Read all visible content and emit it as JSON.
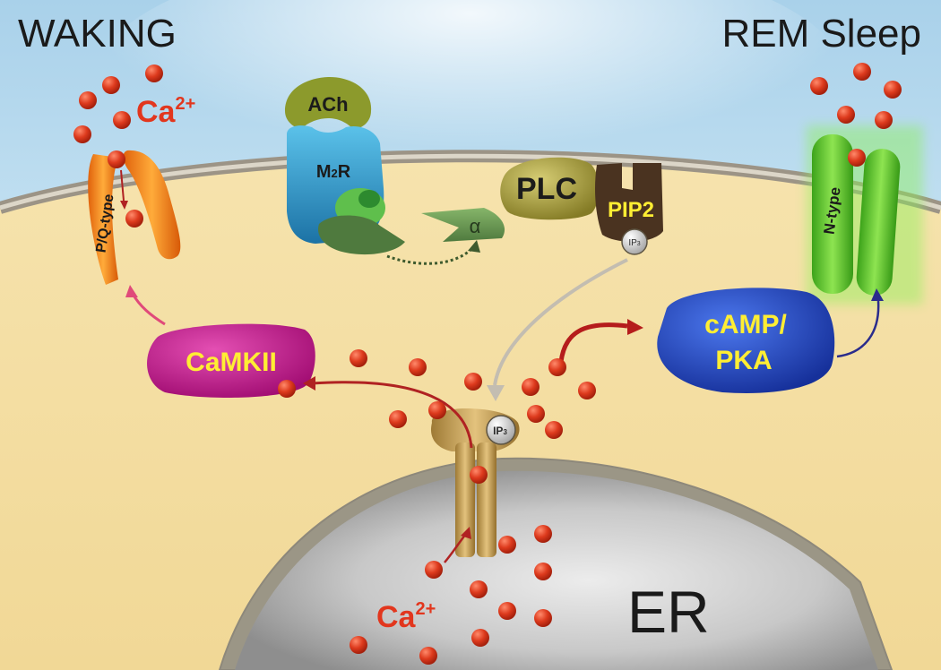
{
  "headings": {
    "left": "WAKING",
    "right": "REM Sleep"
  },
  "compartments": {
    "er": "ER"
  },
  "calcium": {
    "symbol": "Ca",
    "superscript": "2+"
  },
  "receptors": {
    "acetylcholine": "ACh",
    "m2r_main": "M",
    "m2r_sub": "2",
    "m2r_end": "R"
  },
  "enzymes": {
    "plc": "PLC",
    "pip2": "PIP2",
    "camkii": "CaMKII",
    "camp_line1": "cAMP/",
    "camp_line2": "PKA",
    "g_alpha": "α"
  },
  "messengers": {
    "ip3_main": "IP",
    "ip3_sub": "3"
  },
  "channels": {
    "pq": "P/Q-type",
    "n": "N-type"
  },
  "colors": {
    "sky_top": "#bcdcef",
    "cytoplasm": "#f4e0a4",
    "er_lumen": "#bdbdbd",
    "calcium_ion": "#d93a1e",
    "camkii": "#c5198f",
    "camp_pka": "#1f45c6",
    "p_q_channel": "#f07a18",
    "n_channel": "#58c52a",
    "ip3_receptor": "#c9a256",
    "plc": "#a7a03e",
    "pip2": "#4a3320",
    "m2r": "#2e9ccc",
    "ach": "#8c9a2c",
    "label_yellow": "#ffee33"
  }
}
